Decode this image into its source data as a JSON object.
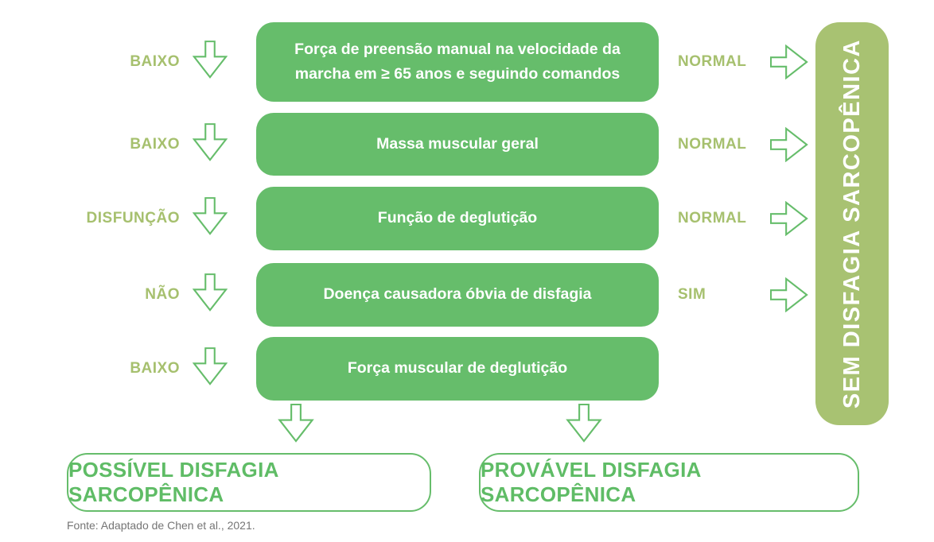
{
  "title": "Fluxograma diagnóstico de disfagia sarcopênica",
  "colors": {
    "box_green": "#66bd6b",
    "arrow_outline_green": "#66bd6b",
    "outcome_text_green": "#5fbc66",
    "olive_green": "#a8c272",
    "label_olive": "#a6c06e",
    "footer_gray": "#757575",
    "box_text_white": "#ffffff"
  },
  "icons": {
    "down_arrow": "hollow down arrow ⇩",
    "right_arrow": "hollow right arrow ⇨"
  },
  "rows": [
    {
      "left_label": "BAIXO",
      "box": "Força de preensão manual na velocidade da marcha em ≥ 65 anos e seguindo comandos",
      "right_label": "NORMAL"
    },
    {
      "left_label": "BAIXO",
      "box": "Massa muscular geral",
      "right_label": "NORMAL"
    },
    {
      "left_label": "DISFUNÇÃO",
      "box": "Função de deglutição",
      "right_label": "NORMAL"
    },
    {
      "left_label": "NÃO",
      "box": "Doença causadora óbvia de disfagia",
      "right_label": "SIM"
    },
    {
      "left_label": "BAIXO",
      "box": "Força muscular de deglutição",
      "right_label": ""
    }
  ],
  "side_box_label": "SEM DISFAGIA SARCOPÊNICA",
  "outcomes": [
    {
      "label": "POSSÍVEL DISFAGIA SARCOPÊNICA"
    },
    {
      "label": "PROVÁVEL DISFAGIA SARCOPÊNICA"
    }
  ],
  "footer": "Fonte: Adaptado de Chen et al., 2021."
}
